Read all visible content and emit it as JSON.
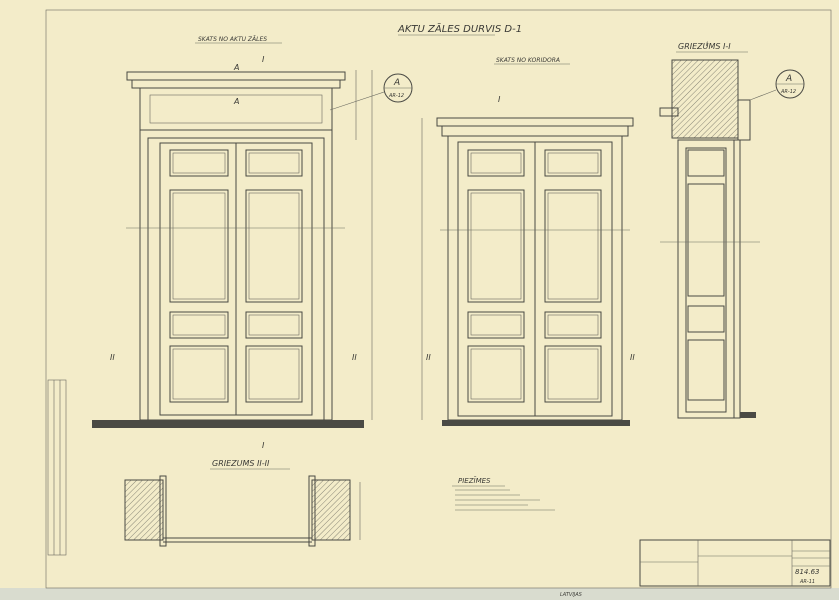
{
  "sheet": {
    "title": "AKTU ZĀLES DURVIS D-1",
    "views": {
      "hall_view": "SKATS NO AKTU ZĀLES",
      "corridor_view": "SKATS NO KORIDORA",
      "section_1": "GRIEZUMS I-I",
      "section_2": "GRIEZUMS II-II"
    },
    "callouts": [
      {
        "letter": "A",
        "ref": "AR-12"
      },
      {
        "letter": "A",
        "ref": "AR-12"
      }
    ],
    "section_marks": {
      "a": "A",
      "i": "I",
      "ii": "II"
    },
    "notes": {
      "heading": "PIEZĪMES"
    },
    "title_block": {
      "sheet_no": "814.63",
      "code": "AR-11"
    },
    "stamp": "LATVIJAS"
  }
}
